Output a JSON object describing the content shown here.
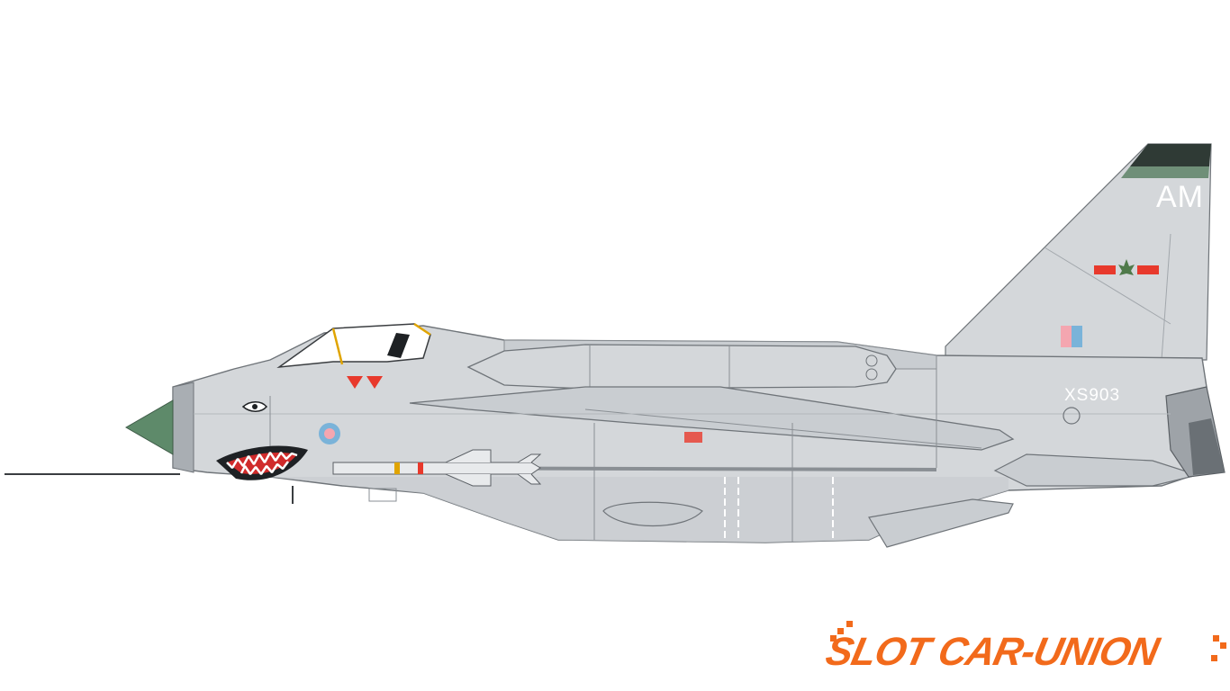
{
  "aircraft": {
    "tail_code": "AM",
    "serial": "XS903",
    "colors": {
      "fuselage": "#d4d7da",
      "fuselage_shadow": "#bfc3c7",
      "panel_lines": "#8a8f94",
      "nose_cone": "#5e8a6a",
      "fin_tip": "#2f3a35",
      "fin_stripe": "#6f8f78",
      "squadron_red": "#e8392c",
      "roundel_red": "#f4a6b0",
      "roundel_blue": "#7ab3d9",
      "canopy_frame": "#e0a400",
      "shark_mouth_red": "#d02b2b"
    }
  },
  "brand": {
    "name": "SLOT CAR-UNION",
    "color": "#f26a1b"
  }
}
